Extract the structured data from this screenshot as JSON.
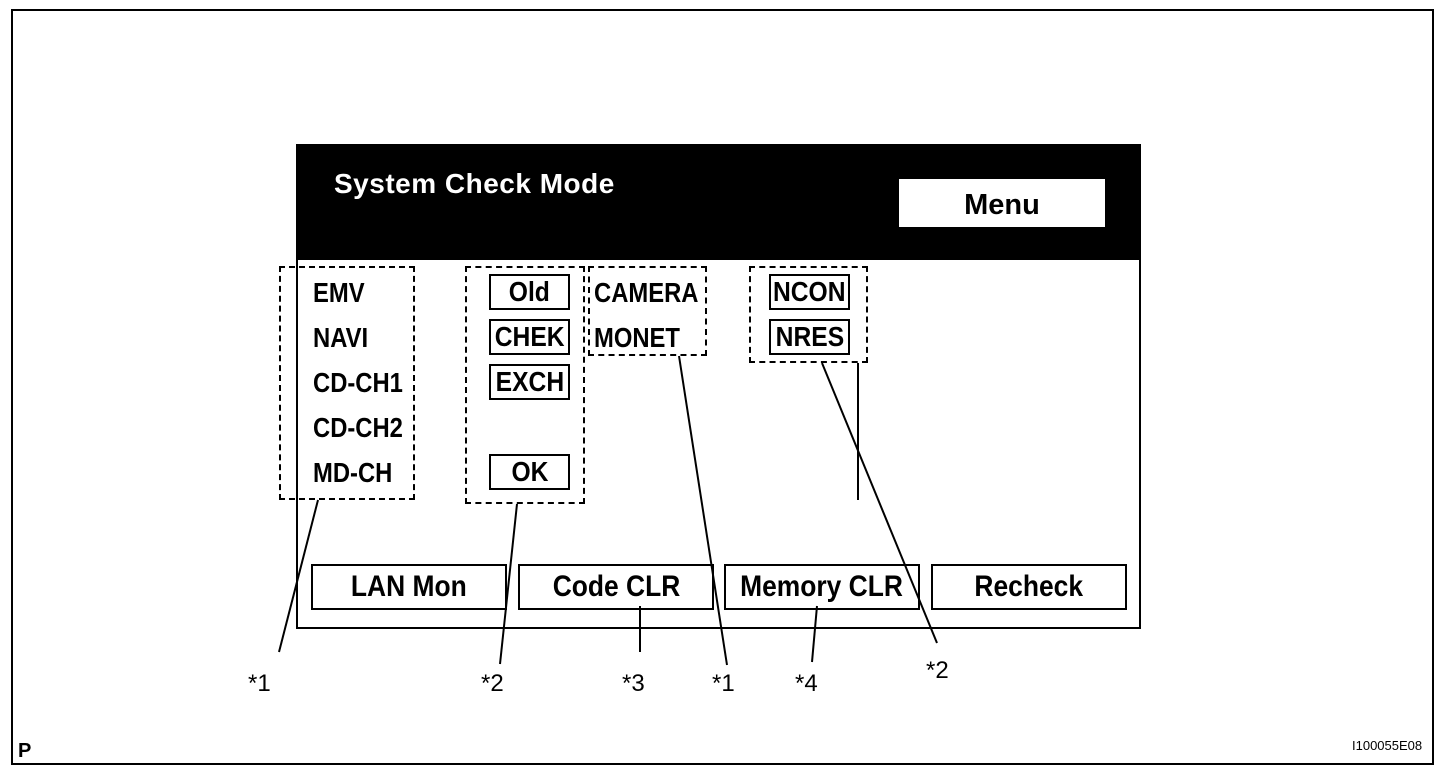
{
  "screen": {
    "title": "System Check Mode",
    "menu_button": "Menu",
    "unit_list": [
      "EMV",
      "NAVI",
      "CD-CH1",
      "CD-CH2",
      "MD-CH"
    ],
    "status_buttons": [
      "Old",
      "CHEK",
      "EXCH",
      "OK"
    ],
    "camera_list": [
      "CAMERA",
      "MONET"
    ],
    "status_buttons_right": [
      "NCON",
      "NRES"
    ],
    "bottom_buttons": [
      "LAN Mon",
      "Code CLR",
      "Memory CLR",
      "Recheck"
    ]
  },
  "callouts": [
    "*1",
    "*2",
    "*3",
    "*1",
    "*4",
    "*2"
  ],
  "corner_letter": "P",
  "figure_id": "I100055E08"
}
